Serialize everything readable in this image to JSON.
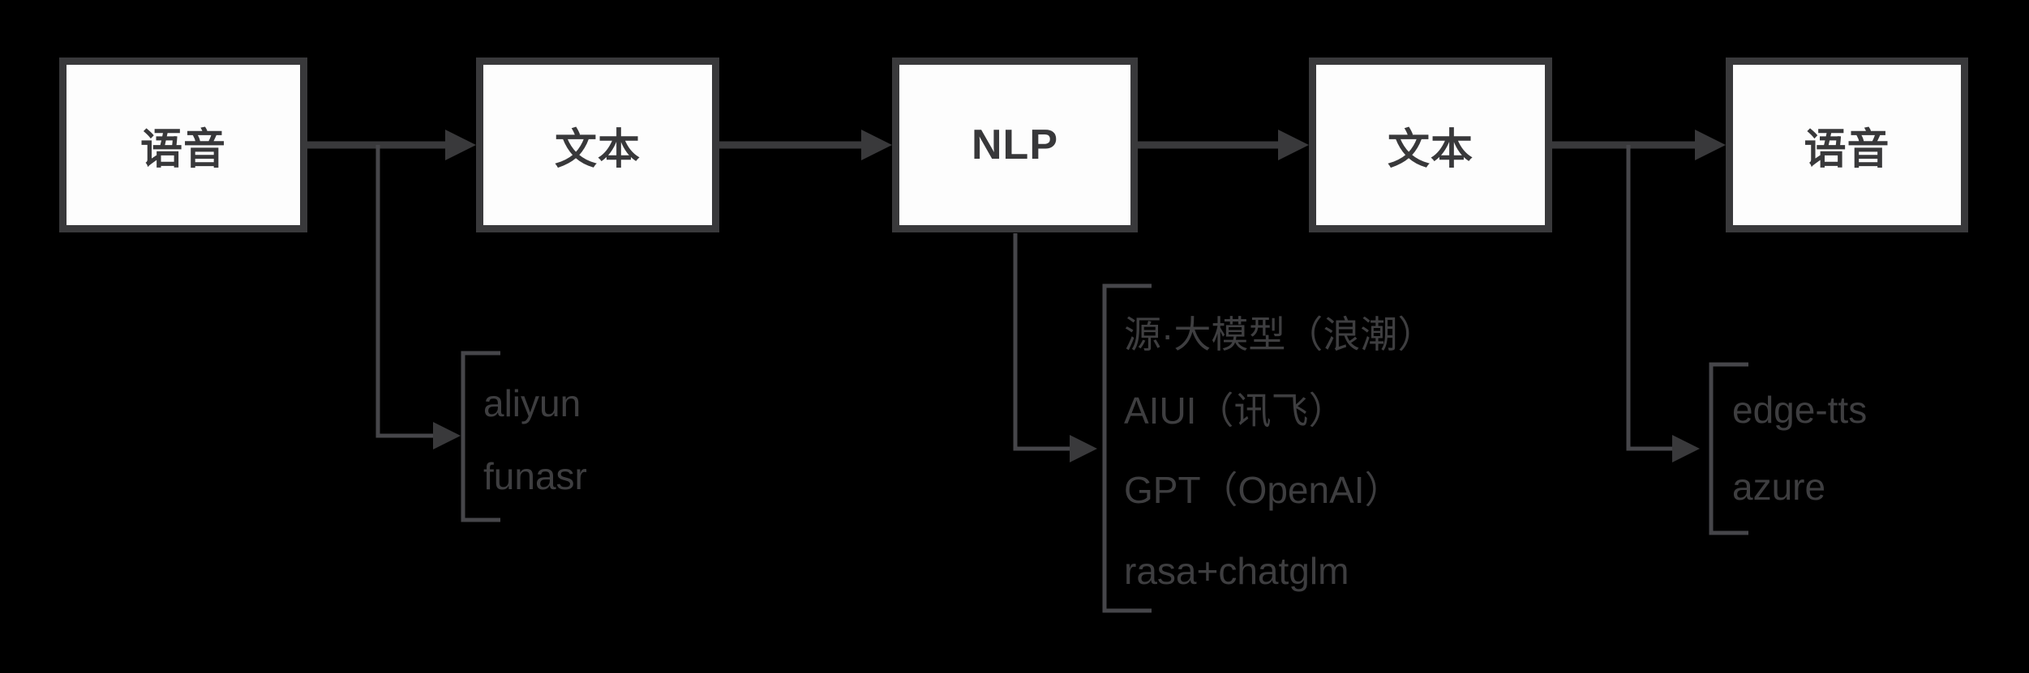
{
  "palette": {
    "background": "#000000",
    "box_fill": "#fdfdfd",
    "box_border": "#39393b",
    "box_text": "#38383a",
    "main_arrow": "#39393b",
    "branch_line": "#46464a",
    "list_text": "#3e3e40"
  },
  "nodes": [
    {
      "id": "speech-in",
      "label": "语音"
    },
    {
      "id": "text-in",
      "label": "文本"
    },
    {
      "id": "nlp",
      "label": "NLP"
    },
    {
      "id": "text-out",
      "label": "文本"
    },
    {
      "id": "speech-out",
      "label": "语音"
    }
  ],
  "branches": [
    {
      "id": "asr-options",
      "items": [
        "aliyun",
        "funasr"
      ]
    },
    {
      "id": "nlp-options",
      "items": [
        "源·大模型（浪潮）",
        "AIUI（讯飞）",
        "GPT（OpenAI）",
        "rasa+chatglm"
      ]
    },
    {
      "id": "tts-options",
      "items": [
        "edge-tts",
        "azure"
      ]
    }
  ]
}
